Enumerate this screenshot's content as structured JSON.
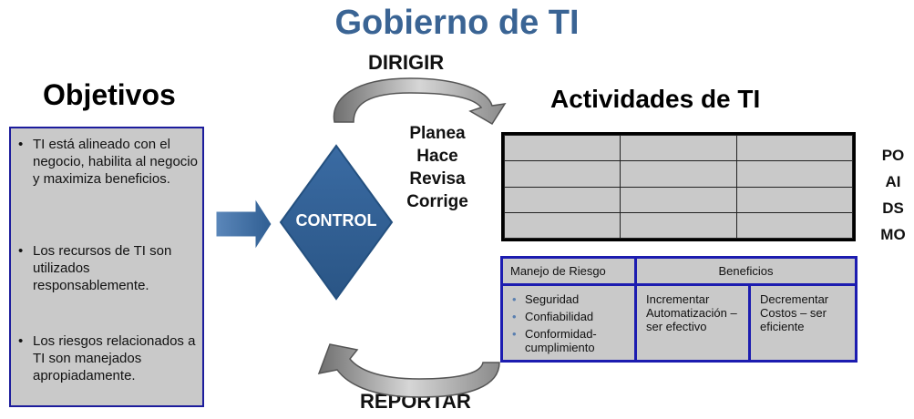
{
  "title": "Gobierno de TI",
  "dirigir": "DIRIGIR",
  "reportar": "REPORTAR",
  "objetivos": {
    "heading": "Objetivos",
    "items": [
      "TI está alineado con el negocio, habilita al negocio y maximiza beneficios.",
      "Los recursos de TI son utilizados responsablemente.",
      "Los riesgos relacionados a TI son manejados apropiadamente."
    ]
  },
  "control": "CONTROL",
  "verbs": [
    "Planea",
    "Hace",
    "Revisa",
    "Corrige"
  ],
  "actividades": {
    "heading": "Actividades de TI",
    "processes": [
      "PO",
      "AI",
      "DS",
      "MO"
    ]
  },
  "table": {
    "risk_header": "Manejo de Riesgo",
    "benefits_header": "Beneficios",
    "risks": [
      "Seguridad",
      "Confiabilidad",
      "Conformidad-cumplimiento"
    ],
    "increase": "Incrementar Automatización – ser efectivo",
    "decrease": "Decrementar Costos – ser eficiente"
  },
  "colors": {
    "title": "#3a6494",
    "diamond": "#2f5e92",
    "box_fill": "#c9c9c9",
    "box_border": "#1c1cb0",
    "arrow": "#3f6ea3"
  }
}
